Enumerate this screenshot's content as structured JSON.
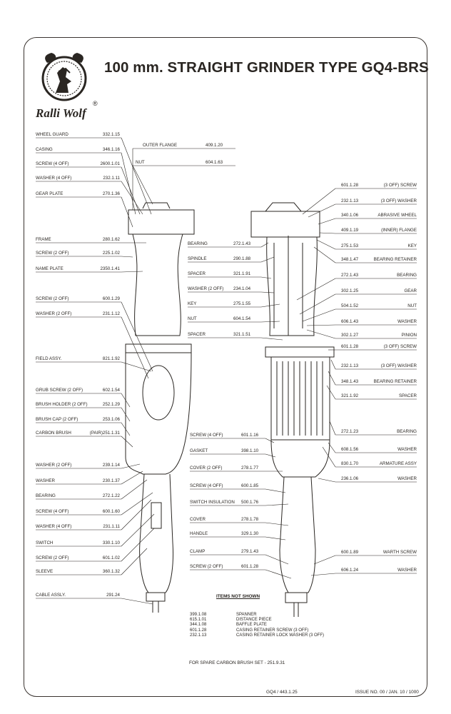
{
  "title": "100 mm. STRAIGHT GRINDER TYPE GQ4-BRS",
  "brand": "Ralli Wolf",
  "registered_mark": "®",
  "left_parts": [
    {
      "name": "WHEEL GUARD",
      "part": "332.1.15"
    },
    {
      "name": "CASING",
      "part": "346.1.16"
    },
    {
      "name": "SCREW (4 OFF)",
      "part": "2600.1.01"
    },
    {
      "name": "WASHER (4 OFF)",
      "part": "232.1.11"
    },
    {
      "name": "GEAR PLATE",
      "part": "270.1.36"
    },
    {
      "name": "FRAME",
      "part": "280.1.62"
    },
    {
      "name": "SCREW (2 OFF)",
      "part": "225.1.02"
    },
    {
      "name": "NAME PLATE",
      "part": "2350.1.41"
    },
    {
      "name": "SCREW (2 OFF)",
      "part": "600.1.29"
    },
    {
      "name": "WASHER (2 OFF)",
      "part": "231.1.12"
    },
    {
      "name": "FIELD ASSY.",
      "part": "821.1.92"
    },
    {
      "name": "GRUB SCREW (2 OFF)",
      "part": "602.1.54"
    },
    {
      "name": "BRUSH HOLDER (2 OFF)",
      "part": "252.1.29"
    },
    {
      "name": "BRUSH CAP (2 OFF)",
      "part": "253.1.06"
    },
    {
      "name": "CARBON BRUSH",
      "part": "(PAIR)251.1.31"
    },
    {
      "name": "WASHER (2 OFF)",
      "part": "239.1.14"
    },
    {
      "name": "WASHER",
      "part": "230.1.37"
    },
    {
      "name": "BEARING",
      "part": "272.1.22"
    },
    {
      "name": "SCREW (4 OFF)",
      "part": "600.1.60"
    },
    {
      "name": "WASHER (4 OFF)",
      "part": "231.1.11"
    },
    {
      "name": "SWITCH",
      "part": "330.1.10"
    },
    {
      "name": "SCREW (2 OFF)",
      "part": "601.1.02"
    },
    {
      "name": "SLEEVE",
      "part": "360.1.32"
    },
    {
      "name": "CABLE ASSLY.",
      "part": "291.24"
    }
  ],
  "top_parts": [
    {
      "name": "OUTER FLANGE",
      "part": "409.1.20"
    },
    {
      "name": "NUT",
      "part": "604.1.63"
    }
  ],
  "center_parts": [
    {
      "name": "BEARING",
      "part": "272.1.43"
    },
    {
      "name": "SPINDLE",
      "part": "290.1.88"
    },
    {
      "name": "SPACER",
      "part": "321.1.91"
    },
    {
      "name": "WASHER (2 OFF)",
      "part": "234.1.04"
    },
    {
      "name": "KEY",
      "part": "275.1.55"
    },
    {
      "name": "NUT",
      "part": "604.1.54"
    },
    {
      "name": "SPACER",
      "part": "321.1.51"
    }
  ],
  "lower_center_parts": [
    {
      "name": "SCREW (4 OFF)",
      "part": "601.1.16"
    },
    {
      "name": "GASKET",
      "part": "398.1.10"
    },
    {
      "name": "COVER (2 OFF)",
      "part": "278.1.77"
    },
    {
      "name": "SCREW (4 OFF)",
      "part": "600.1.85"
    },
    {
      "name": "SWITCH INSULATION",
      "part": "500.1.76"
    },
    {
      "name": "COVER",
      "part": "278.1.78"
    },
    {
      "name": "HANDLE",
      "part": "329.1.30"
    },
    {
      "name": "CLAMP",
      "part": "279.1.43"
    },
    {
      "name": "SCREW (2 OFF)",
      "part": "601.1.28"
    }
  ],
  "right_parts": [
    {
      "name": "(3 OFF) SCREW",
      "part": "601.1.28"
    },
    {
      "name": "(3 OFF) WASHER",
      "part": "232.1.13"
    },
    {
      "name": "ABRASIVE WHEEL",
      "part": "340.1.06"
    },
    {
      "name": "(INNER) FLANGE",
      "part": "409.1.19"
    },
    {
      "name": "KEY",
      "part": "275.1.53"
    },
    {
      "name": "BEARING RETAINER",
      "part": "348.1.47"
    },
    {
      "name": "BEARING",
      "part": "272.1.43"
    },
    {
      "name": "GEAR",
      "part": "302.1.25"
    },
    {
      "name": "NUT",
      "part": "504.1.52"
    },
    {
      "name": "WASHER",
      "part": "606.1.43"
    },
    {
      "name": "PINION",
      "part": "302.1.27"
    },
    {
      "name": "(3 OFF) SCREW",
      "part": "601.1.28"
    },
    {
      "name": "(3 OFF) WASHER",
      "part": "232.1.13"
    },
    {
      "name": "BEARING RETAINER",
      "part": "348.1.43"
    },
    {
      "name": "SPACER",
      "part": "321.1.92"
    },
    {
      "name": "BEARING",
      "part": "272.1.23"
    },
    {
      "name": "WASHER",
      "part": "608.1.56"
    },
    {
      "name": "ARMATURE ASSY",
      "part": "830.1.70"
    },
    {
      "name": "WASHER",
      "part": "236.1.06"
    },
    {
      "name": "WARTH SCREW",
      "part": "600.1.89"
    },
    {
      "name": "WASHER",
      "part": "606.1.24"
    }
  ],
  "not_shown": {
    "heading": "ITEMS NOT SHOWN",
    "items": [
      {
        "part": "399.1.08",
        "name": "SPANNER"
      },
      {
        "part": "615.1.01",
        "name": "DISTANCE PIECE"
      },
      {
        "part": "344.1.08",
        "name": "BAFFLE PLATE"
      },
      {
        "part": "601.1.28",
        "name": "CASING RETAINER SCREW (3 OFF)"
      },
      {
        "part": "232.1.13",
        "name": "CASING RETAINER LOCK WASHER (3 OFF)"
      }
    ]
  },
  "spare_note": "FOR SPARE CARBON BRUSH SET - 251.9.31",
  "footer": {
    "code": "GQ4 / 443.1.25",
    "issue": "ISSUE NO. 00 / JAN. 10 / 1000"
  }
}
